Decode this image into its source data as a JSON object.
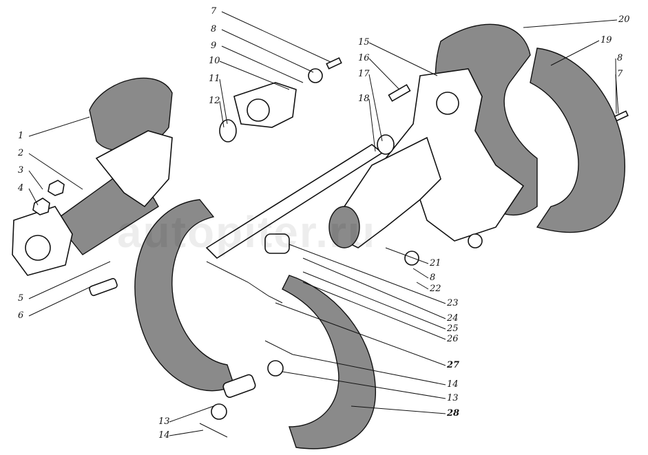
{
  "figure": {
    "watermark": "autopiter.ru",
    "callouts": [
      {
        "id": "c1",
        "text": "1"
      },
      {
        "id": "c2",
        "text": "2"
      },
      {
        "id": "c3",
        "text": "3"
      },
      {
        "id": "c4",
        "text": "4"
      },
      {
        "id": "c5",
        "text": "5"
      },
      {
        "id": "c6",
        "text": "6"
      },
      {
        "id": "c7a",
        "text": "7"
      },
      {
        "id": "c8a",
        "text": "8"
      },
      {
        "id": "c9",
        "text": "9"
      },
      {
        "id": "c10",
        "text": "10"
      },
      {
        "id": "c11",
        "text": "11"
      },
      {
        "id": "c12",
        "text": "12"
      },
      {
        "id": "c15",
        "text": "15"
      },
      {
        "id": "c16",
        "text": "16"
      },
      {
        "id": "c17",
        "text": "17"
      },
      {
        "id": "c18",
        "text": "18"
      },
      {
        "id": "c20",
        "text": "20"
      },
      {
        "id": "c19",
        "text": "19"
      },
      {
        "id": "c8b",
        "text": "8"
      },
      {
        "id": "c7b",
        "text": "7"
      },
      {
        "id": "c21",
        "text": "21"
      },
      {
        "id": "c8c",
        "text": "8"
      },
      {
        "id": "c22",
        "text": "22"
      },
      {
        "id": "c23",
        "text": "23"
      },
      {
        "id": "c24",
        "text": "24"
      },
      {
        "id": "c25",
        "text": "25"
      },
      {
        "id": "c26",
        "text": "26"
      },
      {
        "id": "c27",
        "text": "27"
      },
      {
        "id": "c14a",
        "text": "14"
      },
      {
        "id": "c13a",
        "text": "13"
      },
      {
        "id": "c28",
        "text": "28"
      },
      {
        "id": "c13b",
        "text": "13"
      },
      {
        "id": "c14b",
        "text": "14"
      }
    ]
  }
}
